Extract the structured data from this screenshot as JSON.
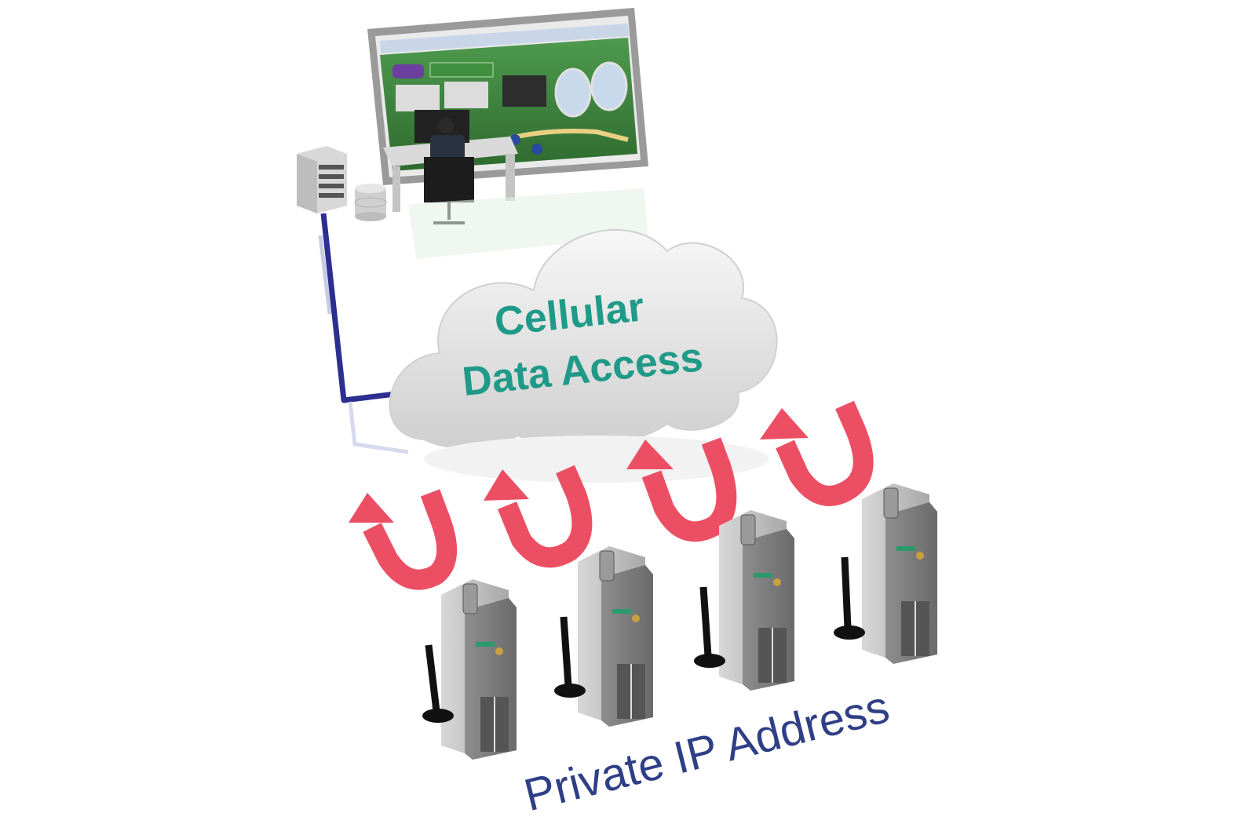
{
  "cloud": {
    "line1": "Cellular",
    "line2": "Data Access",
    "text_color": "#1f9a88"
  },
  "caption": {
    "text": "Private IP Address",
    "color": "#2f3f86"
  },
  "colors": {
    "arrow": "#ec4f64",
    "network_line": "#2c2f8f",
    "screen_bg": "#3a7a3a",
    "device_body": "#b8b8b8"
  },
  "icons": {
    "monitor": "monitor-icon",
    "server": "server-icon",
    "database": "database-icon",
    "operator": "operator-icon",
    "cloud": "cloud-icon",
    "device": "io-device-icon",
    "antenna": "antenna-icon",
    "arrow": "u-turn-arrow-icon"
  }
}
